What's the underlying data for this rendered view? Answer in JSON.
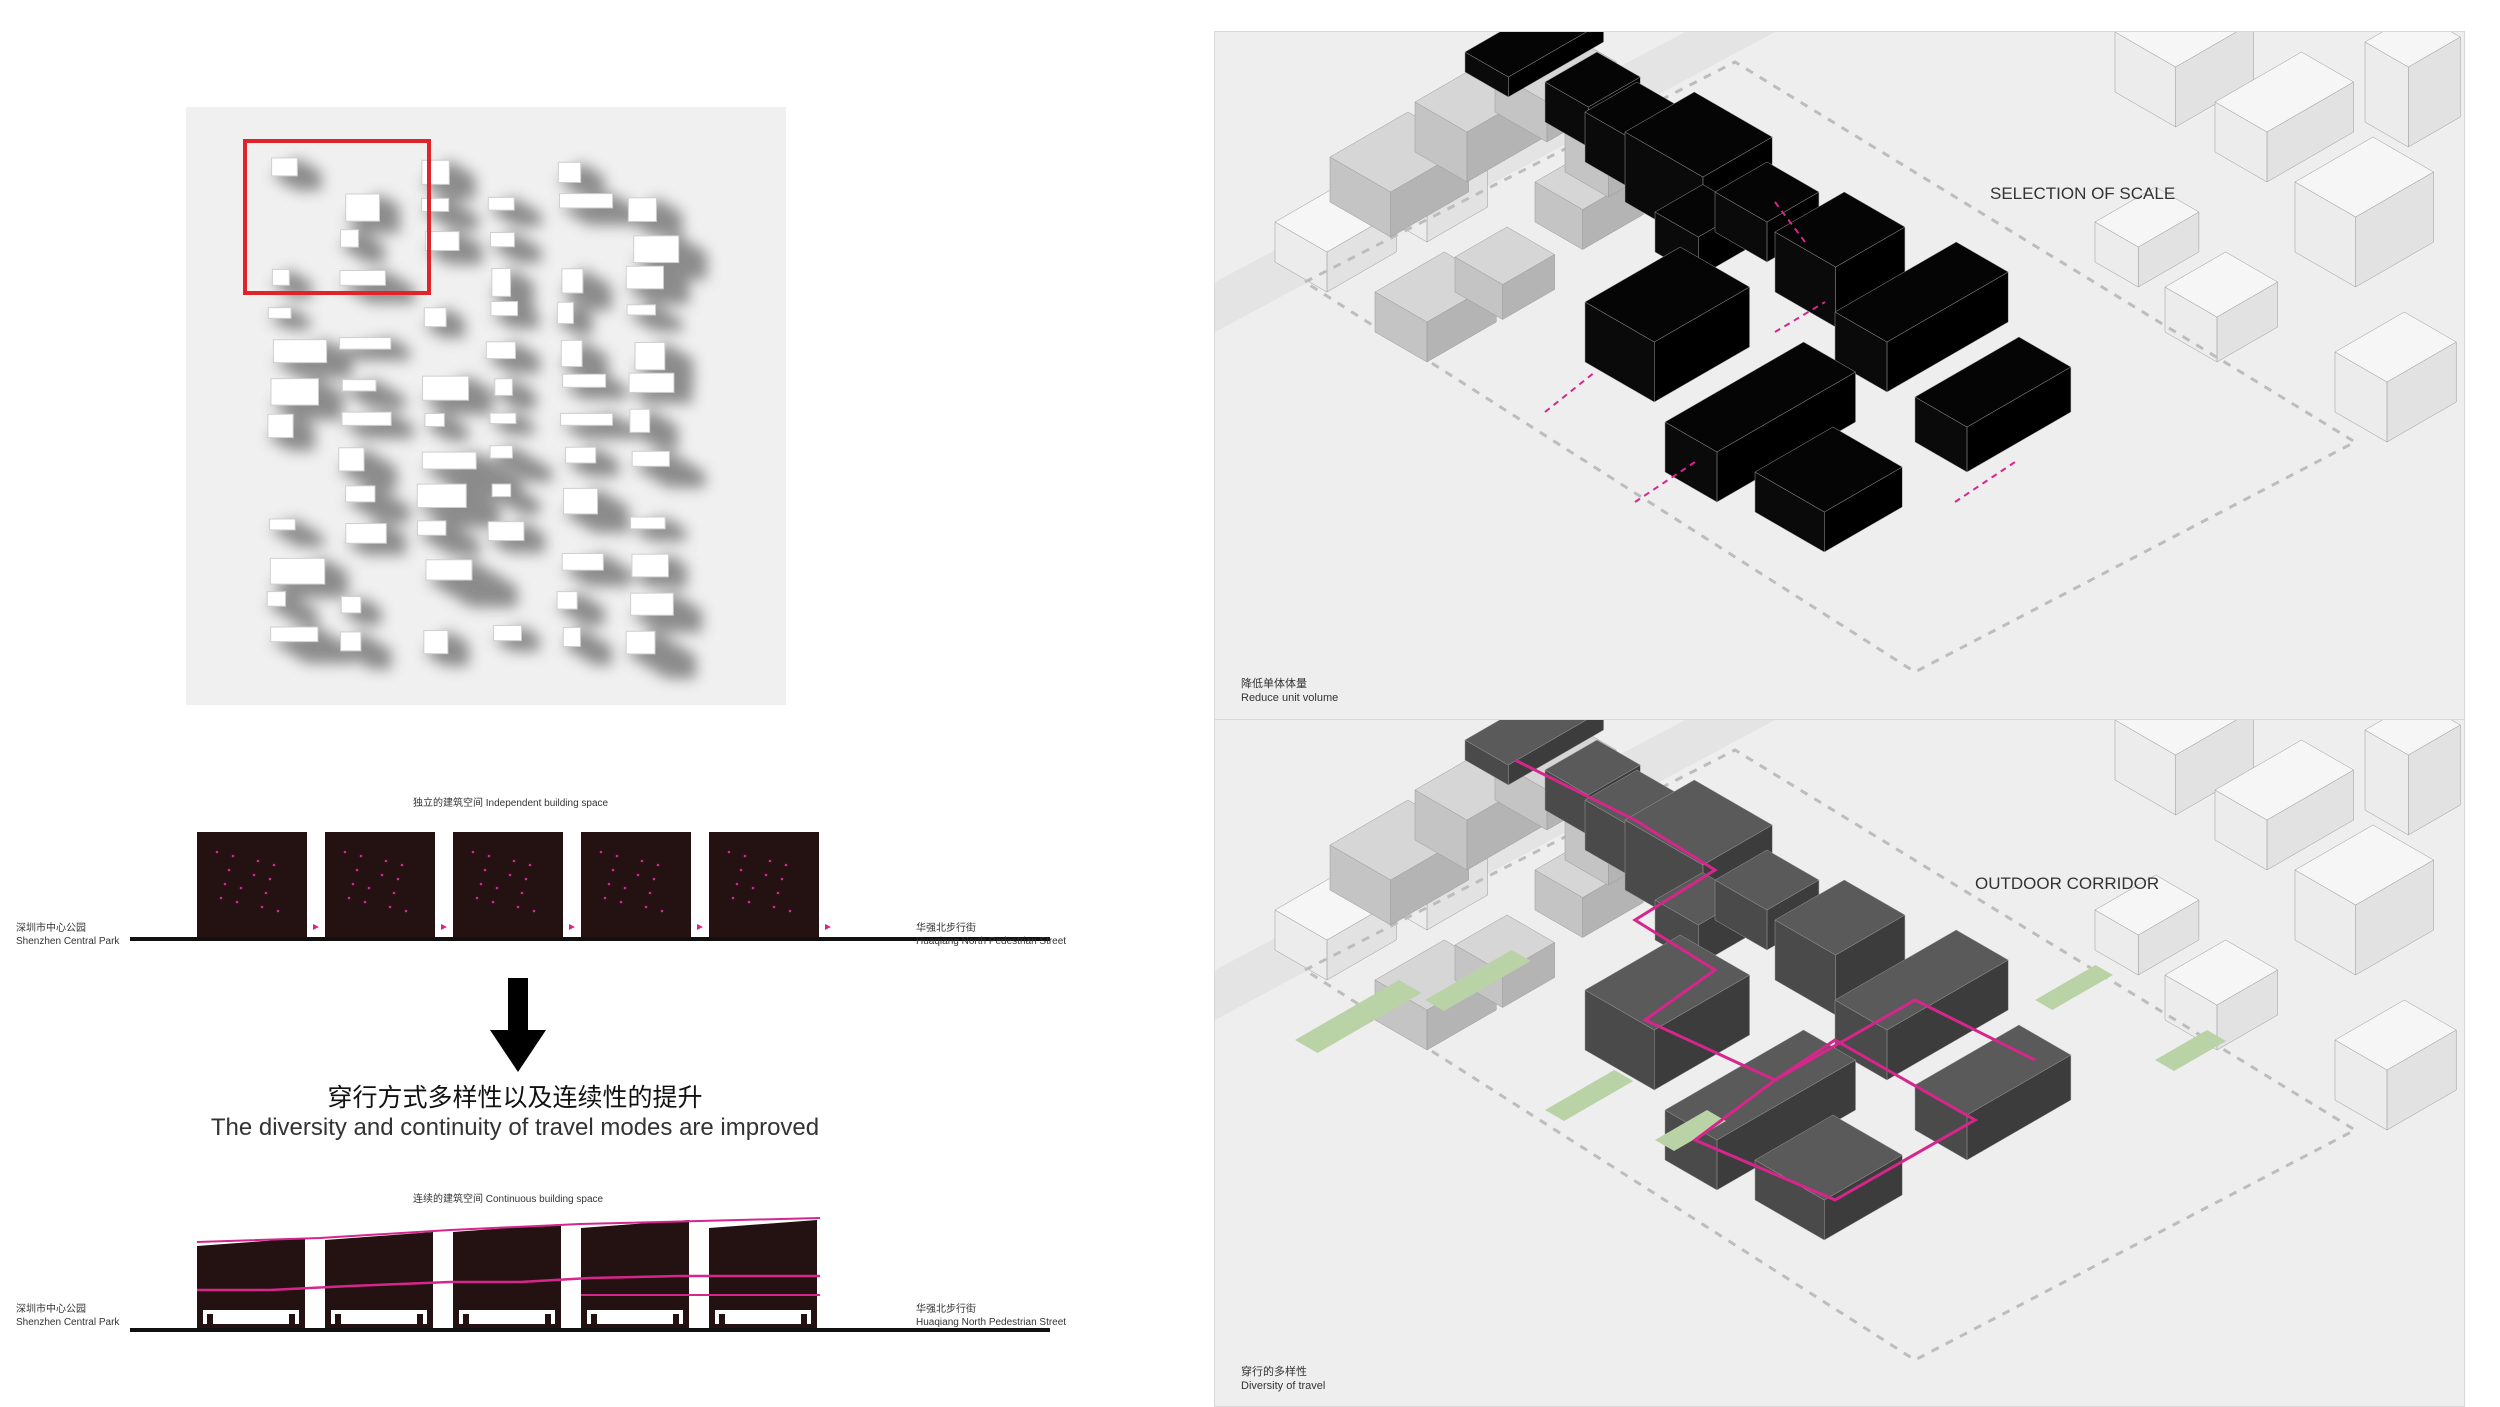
{
  "top_left_panel": {
    "figure_ground": "shadowed building massing plan"
  },
  "section_top": {
    "title": "独立的建筑空间 Independent building space",
    "left_label_cn": "深圳市中心公园",
    "left_label_en": "Shenzhen Central Park",
    "right_label_cn": "华强北步行街",
    "right_label_en": "Huaqiang North Pedestrian Street"
  },
  "transition": {
    "caption_cn": "穿行方式多样性以及连续性的提升",
    "caption_en": "The diversity and continuity of travel modes are improved"
  },
  "section_bottom": {
    "title": "连续的建筑空间 Continuous building space",
    "left_label_cn": "深圳市中心公园",
    "left_label_en": "Shenzhen Central Park",
    "right_label_cn": "华强北步行街",
    "right_label_en": "Huaqiang North Pedestrian Street"
  },
  "axon_top": {
    "heading": "SELECTION OF SCALE",
    "caption_cn": "降低单体体量",
    "caption_en": "Reduce unit volume"
  },
  "axon_bottom": {
    "heading": "OUTDOOR CORRIDOR",
    "caption_cn": "穿行的多样性",
    "caption_en": "Diversity of travel"
  },
  "colors": {
    "accent_magenta": "#d6268c",
    "mass_black": "#050505",
    "mass_dark_grey": "#4e4e4e",
    "context_grey": "#cfcfcf",
    "green_space": "#b9d3a6",
    "panel_bg": "#eeeeee"
  }
}
